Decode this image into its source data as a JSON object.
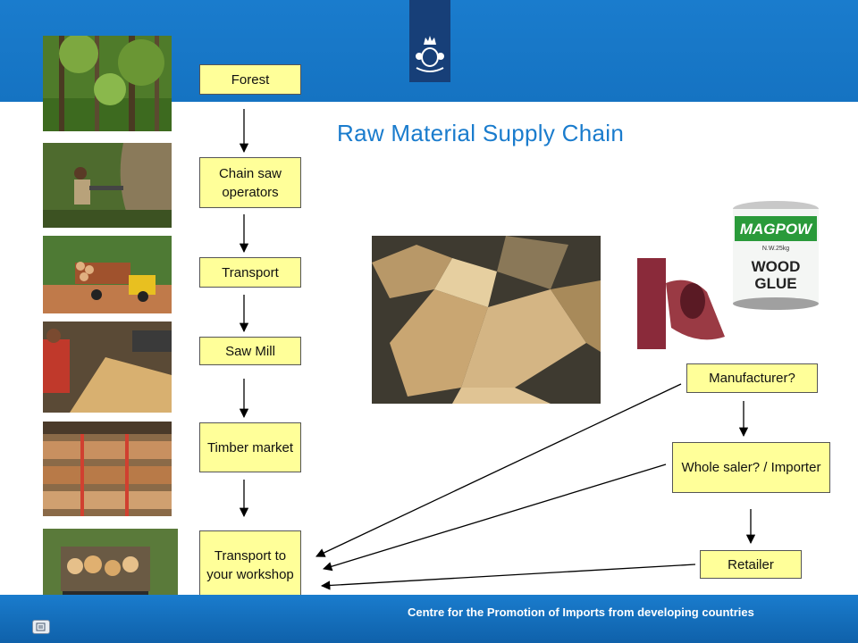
{
  "slide": {
    "title": "Raw Material Supply Chain",
    "footer": "Centre for the Promotion of Imports from developing countries",
    "colors": {
      "header_blue": "#1a7ccd",
      "emblem_blue": "#173f78",
      "box_fill": "#ffff99"
    }
  },
  "chain": {
    "forest": "Forest",
    "chainsaw": "Chain saw operators",
    "transport": "Transport",
    "sawmill": "Saw Mill",
    "timber_market": "Timber market",
    "transport_workshop": "Transport to your workshop"
  },
  "supply": {
    "manufacturer": "Manufacturer?",
    "wholesaler": "Whole saler? / Importer",
    "retailer": "Retailer"
  },
  "glue_label": {
    "brand": "MAGPOW",
    "weight": "N.W.25kg",
    "line1": "WOOD",
    "line2": "GLUE"
  },
  "icons": [
    "crown-crest-icon",
    "slide-navigation-icon"
  ]
}
